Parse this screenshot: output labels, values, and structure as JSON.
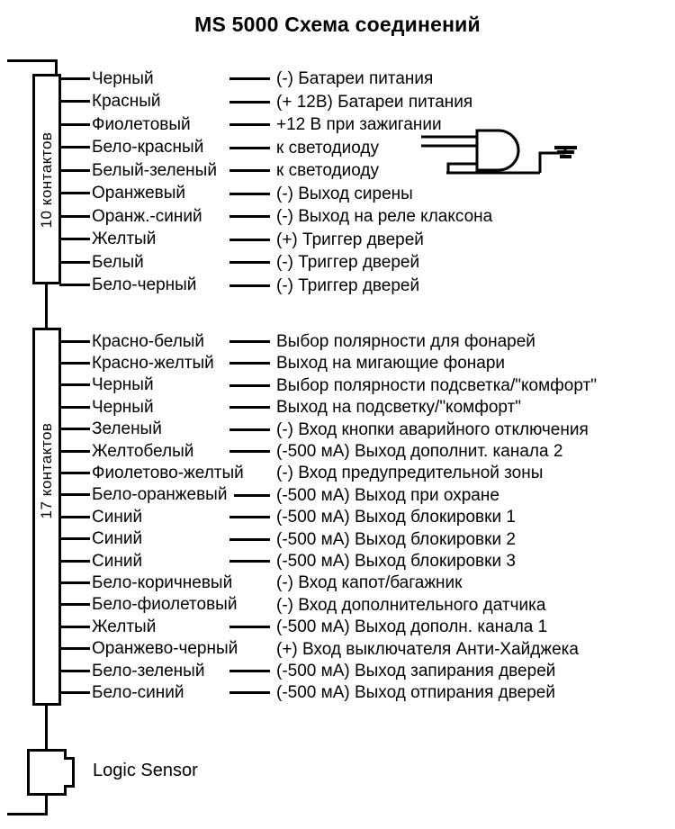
{
  "title": "MS 5000 Схема соединений",
  "connector_1": {
    "label": "10 контактов",
    "pins": [
      {
        "color": "Черный",
        "desc": "(-) Батареи питания",
        "dash": true
      },
      {
        "color": "Красный",
        "desc": "(+ 12В) Батареи питания",
        "dash": true
      },
      {
        "color": "Фиолетовый",
        "desc": "+12 В при зажигании",
        "dash": true
      },
      {
        "color": "Бело-красный",
        "desc": "к светодиоду",
        "dash": true
      },
      {
        "color": "Белый-зеленый",
        "desc": "к светодиоду",
        "dash": true
      },
      {
        "color": "Оранжевый",
        "desc": "(-) Выход сирены",
        "dash": true
      },
      {
        "color": "Оранж.-синий",
        "desc": "(-) Выход на реле клаксона",
        "dash": true
      },
      {
        "color": "Желтый",
        "desc": "(+) Триггер дверей",
        "dash": true
      },
      {
        "color": "Белый",
        "desc": "(-) Триггер дверей",
        "dash": true
      },
      {
        "color": "Бело-черный",
        "desc": "(-) Триггер дверей",
        "dash": true
      }
    ]
  },
  "connector_2": {
    "label": "17 контактов",
    "pins": [
      {
        "color": "Красно-белый",
        "desc": "Выбор полярности для фонарей",
        "dash": true
      },
      {
        "color": "Красно-желтый",
        "desc": "Выход на мигающие фонари",
        "dash": true
      },
      {
        "color": "Черный",
        "desc": "Выбор полярности подсветка/\"комфорт\"",
        "dash": true
      },
      {
        "color": "Черный",
        "desc": "Выход на подсветку/\"комфорт\"",
        "dash": true
      },
      {
        "color": "Зеленый",
        "desc": "(-) Вход кнопки аварийного отключения",
        "dash": true
      },
      {
        "color": "Желтобелый",
        "desc": "(-500 мА) Выход дополнит. канала 2",
        "dash": true
      },
      {
        "color": "Фиолетово-желтый",
        "desc": "(-) Вход предупредительной зоны",
        "dash": false
      },
      {
        "color": "Бело-оранжевый",
        "desc": "(-500 мА) Выход при охране",
        "dash": true
      },
      {
        "color": "Синий",
        "desc": "(-500 мА) Выход блокировки 1",
        "dash": true
      },
      {
        "color": "Синий",
        "desc": "(-500 мА) Выход блокировки 2",
        "dash": true
      },
      {
        "color": "Синий",
        "desc": "(-500 мА) Выход блокировки 3",
        "dash": true
      },
      {
        "color": "Бело-коричневый",
        "desc": "(-) Вход капот/багажник",
        "dash": false
      },
      {
        "color": "Бело-фиолетовый",
        "desc": "(-) Вход дополнительного датчика",
        "dash": false
      },
      {
        "color": "Желтый",
        "desc": "(-500 мА) Выход  дополн. канала 1",
        "dash": true
      },
      {
        "color": "Оранжево-черный",
        "desc": "(+) Вход выключателя Анти-Хайджека",
        "dash": false
      },
      {
        "color": "Бело-зеленый",
        "desc": "(-500 мА) Выход запирания дверей",
        "dash": true
      },
      {
        "color": "Бело-синий",
        "desc": "(-500 мА) Выход отпирания дверей",
        "dash": true
      }
    ]
  },
  "led_symbol": {
    "name": "led-with-ground"
  },
  "logic_sensor": {
    "label": "Logic Sensor"
  },
  "colors": {
    "ink": "#000000",
    "paper": "#ffffff"
  }
}
